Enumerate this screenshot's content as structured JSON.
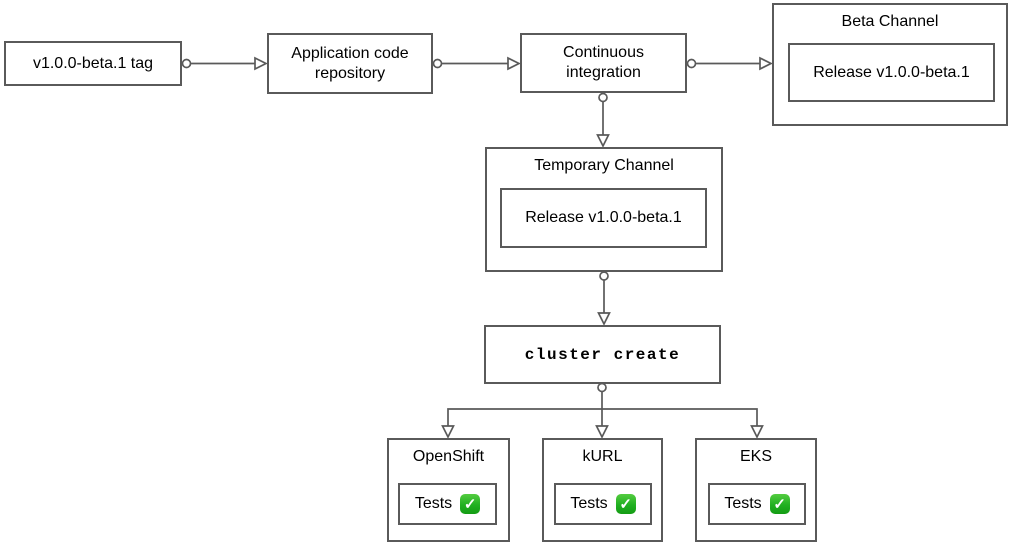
{
  "diagram": {
    "background": "#ffffff",
    "border_color": "#5a5a5a",
    "text_color": "#000000",
    "check_green": "#1fb11f",
    "nodes": {
      "tag": {
        "label": "v1.0.0-beta.1 tag"
      },
      "app_repo": {
        "label": "Application code repository"
      },
      "ci": {
        "label": "Continuous integration"
      },
      "beta_channel": {
        "title": "Beta Channel",
        "release_label": "Release v1.0.0-beta.1"
      },
      "temp_channel": {
        "title": "Temporary Channel",
        "release_label": "Release v1.0.0-beta.1"
      },
      "cluster_create": {
        "label": "cluster create"
      }
    },
    "clusters": [
      {
        "title": "OpenShift",
        "tests_label": "Tests",
        "check_icon": "✓"
      },
      {
        "title": "kURL",
        "tests_label": "Tests",
        "check_icon": "✓"
      },
      {
        "title": "EKS",
        "tests_label": "Tests",
        "check_icon": "✓"
      }
    ]
  }
}
